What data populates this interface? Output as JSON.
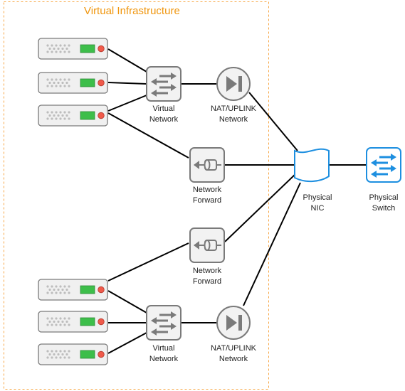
{
  "group": {
    "title": "Virtual Infrastructure"
  },
  "labels": {
    "virtual_network_top": [
      "Virtual",
      "Network"
    ],
    "uplink_top": [
      "NAT/UPLINK",
      "Network"
    ],
    "forward_top": [
      "Network",
      "Forward"
    ],
    "forward_bottom": [
      "Network",
      "Forward"
    ],
    "virtual_network_bottom": [
      "Virtual",
      "Network"
    ],
    "uplink_bottom": [
      "NAT/UPLINK",
      "Network"
    ],
    "physical_nic": [
      "Physical",
      "NIC"
    ],
    "physical_switch": [
      "Physical",
      "Switch"
    ]
  },
  "colors": {
    "group_border": "#f7a643",
    "group_title": "#f0960e",
    "device_stroke": "#7a7a7a",
    "server_fill": "#f0f0f0",
    "server_led_green": "#3dbe4a",
    "server_led_red": "#f05a4a",
    "physical_accent": "#1d8fe0"
  },
  "icons": {
    "server": "server-icon",
    "virtual_switch": "switch-icon",
    "uplink": "play-skip-icon",
    "forward": "forward-icon",
    "nic": "nic-icon",
    "physical_switch": "physical-switch-icon"
  }
}
